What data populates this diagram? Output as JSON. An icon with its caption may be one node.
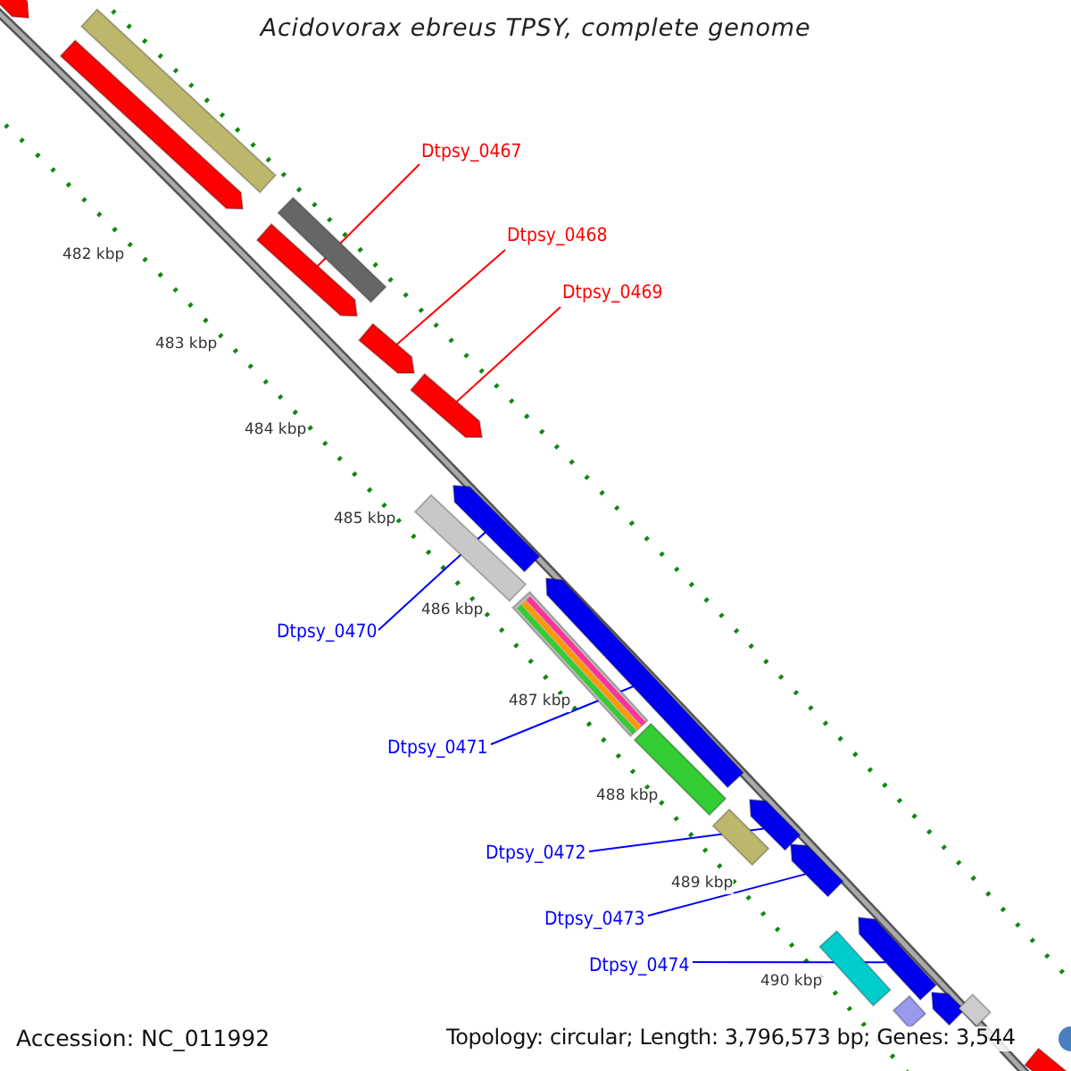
{
  "diagram": {
    "title": "Acidovorax ebreus TPSY, complete genome",
    "nodes": [
      {
        "text": [
          "Dtpsy_0467"
        ]
      },
      {
        "text": [],
        "shape": "bar"
      },
      {
        "text": [
          "Dtpsy_0468"
        ]
      },
      {
        "text": [],
        "shape": "bar"
      },
      {
        "text": [
          "Dtpsy_0469"
        ]
      },
      {
        "text": [],
        "shape": "bar"
      },
      {
        "text": [
          "Dtpsy_0470"
        ]
      },
      {
        "text": [],
        "shape": "bar"
      },
      {
        "text": [
          "Dtpsy_0471"
        ]
      },
      {
        "text": [],
        "shape": "bar"
      },
      {
        "text": [
          "Dtpsy_0472"
        ]
      },
      {
        "text": [],
        "shape": "bar"
      },
      {
        "text": [
          "Dtpsy_0473"
        ]
      },
      {
        "text": [],
        "shape": "bar"
      },
      {
        "text": [
          "Dtpsy_0474"
        ]
      },
      {
        "text": [],
        "shape": "bar"
      },
      {
        "text": [],
        "shape": "bar"
      },
      {
        "text": [],
        "shape": "bar"
      },
      {
        "text": [],
        "shape": "bar"
      },
      {
        "text": [],
        "shape": "bar"
      },
      {
        "text": [],
        "shape": "bar"
      },
      {
        "text": [],
        "shape": "bar"
      },
      {
        "text": [],
        "shape": "bar"
      },
      {
        "text": [],
        "shape": "bar"
      },
      {
        "text": [],
        "shape": "bar"
      },
      {
        "text": [],
        "shape": "bar"
      },
      {
        "text": [],
        "shape": "bar"
      },
      {
        "text": [],
        "shape": "bar"
      },
      {
        "text": [],
        "shape": "bar"
      },
      {
        "text": [],
        "shape": "circle"
      }
    ],
    "edges": [
      {
        "from": 0,
        "to": 1,
        "arrow": "none",
        "color": "#ff0000"
      },
      {
        "from": 2,
        "to": 3,
        "arrow": "none",
        "color": "#ff0000"
      },
      {
        "from": 4,
        "to": 5,
        "arrow": "none",
        "color": "#ff0000"
      },
      {
        "from": 6,
        "to": 7,
        "arrow": "none"
      },
      {
        "from": 8,
        "to": 9,
        "arrow": "none"
      },
      {
        "from": 10,
        "to": 11,
        "arrow": "none"
      },
      {
        "from": 12,
        "to": 13,
        "arrow": "none"
      },
      {
        "from": 14,
        "to": 15,
        "arrow": "none"
      }
    ],
    "labels": [
      "482 kbp",
      "483 kbp",
      "484 kbp",
      "485 kbp",
      "486 kbp",
      "487 kbp",
      "488 kbp",
      "489 kbp",
      "490 kbp",
      "Accession: NC_011992",
      "Topology: circular; Length: 3,796,573 bp; Genes: 3,544"
    ]
  }
}
